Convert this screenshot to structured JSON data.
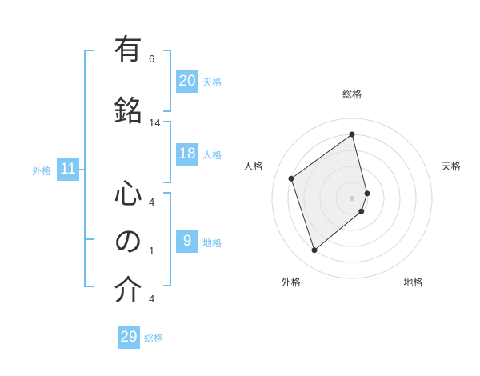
{
  "name_chars": [
    {
      "char": "有",
      "strokes": "6"
    },
    {
      "char": "銘",
      "strokes": "14"
    },
    {
      "char": "心",
      "strokes": "4"
    },
    {
      "char": "の",
      "strokes": "1"
    },
    {
      "char": "介",
      "strokes": "4"
    }
  ],
  "kaku": {
    "tenkaku": {
      "value": "20",
      "label": "天格"
    },
    "jinkaku": {
      "value": "18",
      "label": "人格"
    },
    "chikaku": {
      "value": "9",
      "label": "地格"
    },
    "gaikaku": {
      "value": "11",
      "label": "外格"
    },
    "soukaku": {
      "value": "29",
      "label": "総格"
    }
  },
  "colors": {
    "box": "#82c8f5",
    "label": "#6fbdf0",
    "bracket": "#6fbdf0"
  },
  "chart_data": {
    "type": "radar",
    "axes": [
      "総格",
      "天格",
      "地格",
      "外格",
      "人格"
    ],
    "values": [
      4,
      1,
      1,
      4,
      4
    ],
    "range": [
      0,
      5
    ],
    "rings": 5
  }
}
